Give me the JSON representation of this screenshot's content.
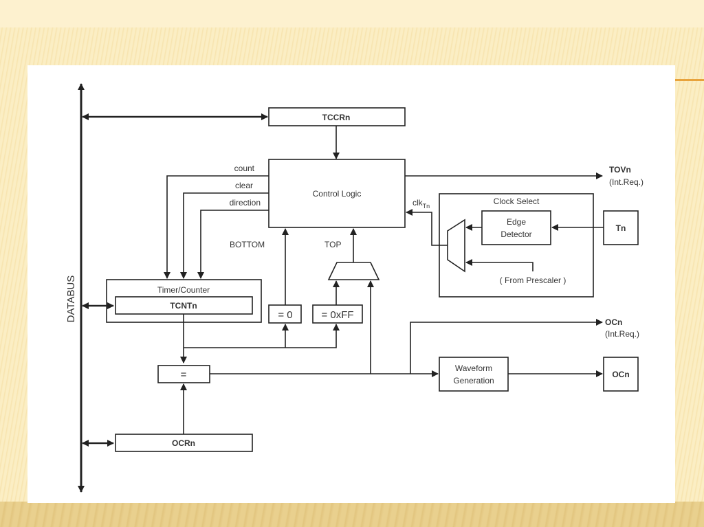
{
  "slide": {
    "title": "",
    "accent_color": "#e8a33c",
    "background_color": "#fbeec4"
  },
  "diagram": {
    "databus_label": "DATABUS",
    "tccr": "TCCRn",
    "control_logic": "Control Logic",
    "signals": {
      "count": "count",
      "clear": "clear",
      "direction": "direction",
      "bottom": "BOTTOM",
      "top": "TOP",
      "clk": "clk",
      "clk_sub": "Tn"
    },
    "tov": {
      "name": "TOVn",
      "note": "(Int.Req.)"
    },
    "timer_counter": {
      "label": "Timer/Counter",
      "register": "TCNTn"
    },
    "eq_zero": "= 0",
    "eq_ff": "= 0xFF",
    "comparator": "=",
    "ocr": "OCRn",
    "clock_select": {
      "label": "Clock Select",
      "edge_detector_line1": "Edge",
      "edge_detector_line2": "Detector",
      "prescaler": "( From Prescaler )",
      "tn_pin": "Tn"
    },
    "oc_irq": {
      "name": "OCn",
      "note": "(Int.Req.)"
    },
    "waveform": {
      "line1": "Waveform",
      "line2": "Generation"
    },
    "oc_pin": "OCn"
  }
}
